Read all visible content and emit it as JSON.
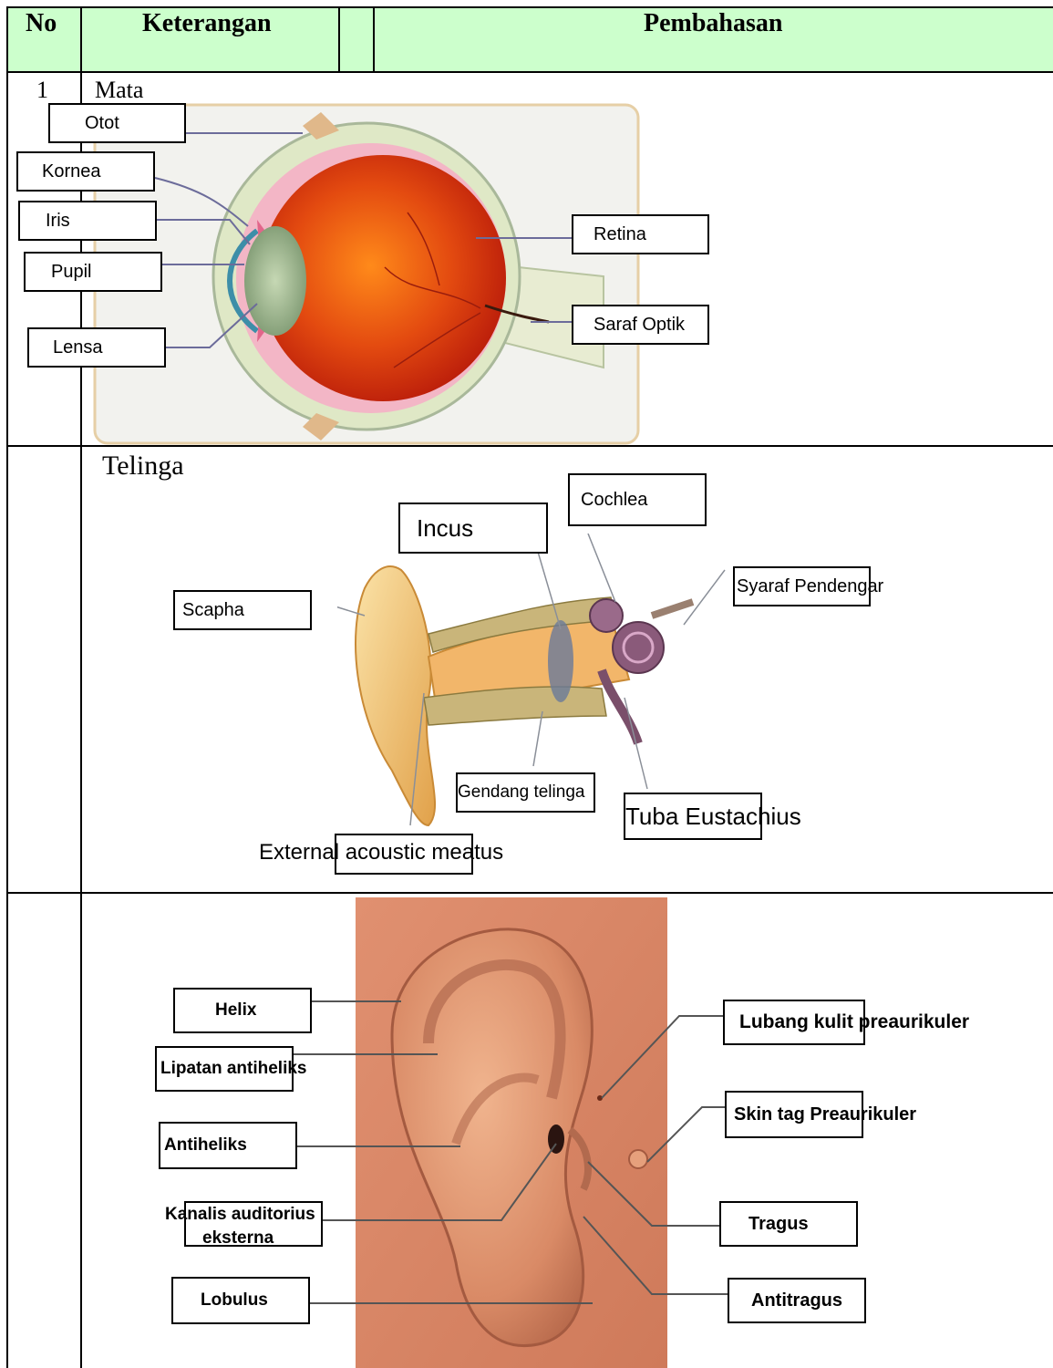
{
  "header": {
    "col_no": "No",
    "col_keterangan": "Keterangan",
    "col_pembahasan": "Pembahasan",
    "bg_color": "#ccffcc"
  },
  "rows": {
    "eye": {
      "number": "1",
      "title": "Mata",
      "labels": {
        "otot": "Otot",
        "kornea": "Kornea",
        "iris": "Iris",
        "pupil": "Pupil",
        "lensa": "Lensa",
        "retina": "Retina",
        "saraf_optik": "Saraf Optik"
      }
    },
    "ear_inner": {
      "title": "Telinga",
      "labels": {
        "incus": "Incus",
        "cochlea": "Cochlea",
        "syaraf_pendengar": "Syaraf Pendengar",
        "scapha": "Scapha",
        "gendang_telinga": "Gendang telinga",
        "tuba_eustachius": "Tuba Eustachius",
        "external_acoustic_meatus": "External acoustic meatus"
      }
    },
    "ear_outer": {
      "labels": {
        "helix": "Helix",
        "lipatan_antiheliks": "Lipatan antiheliks",
        "antiheliks": "Antiheliks",
        "kanalis_line1": "Kanalis auditorius",
        "kanalis_line2": "eksterna",
        "lobulus": "Lobulus",
        "lubang_kulit": "Lubang kulit preaurikuler",
        "skin_tag": "Skin tag Preaurikuler",
        "tragus": "Tragus",
        "antitragus": "Antitragus"
      }
    }
  }
}
